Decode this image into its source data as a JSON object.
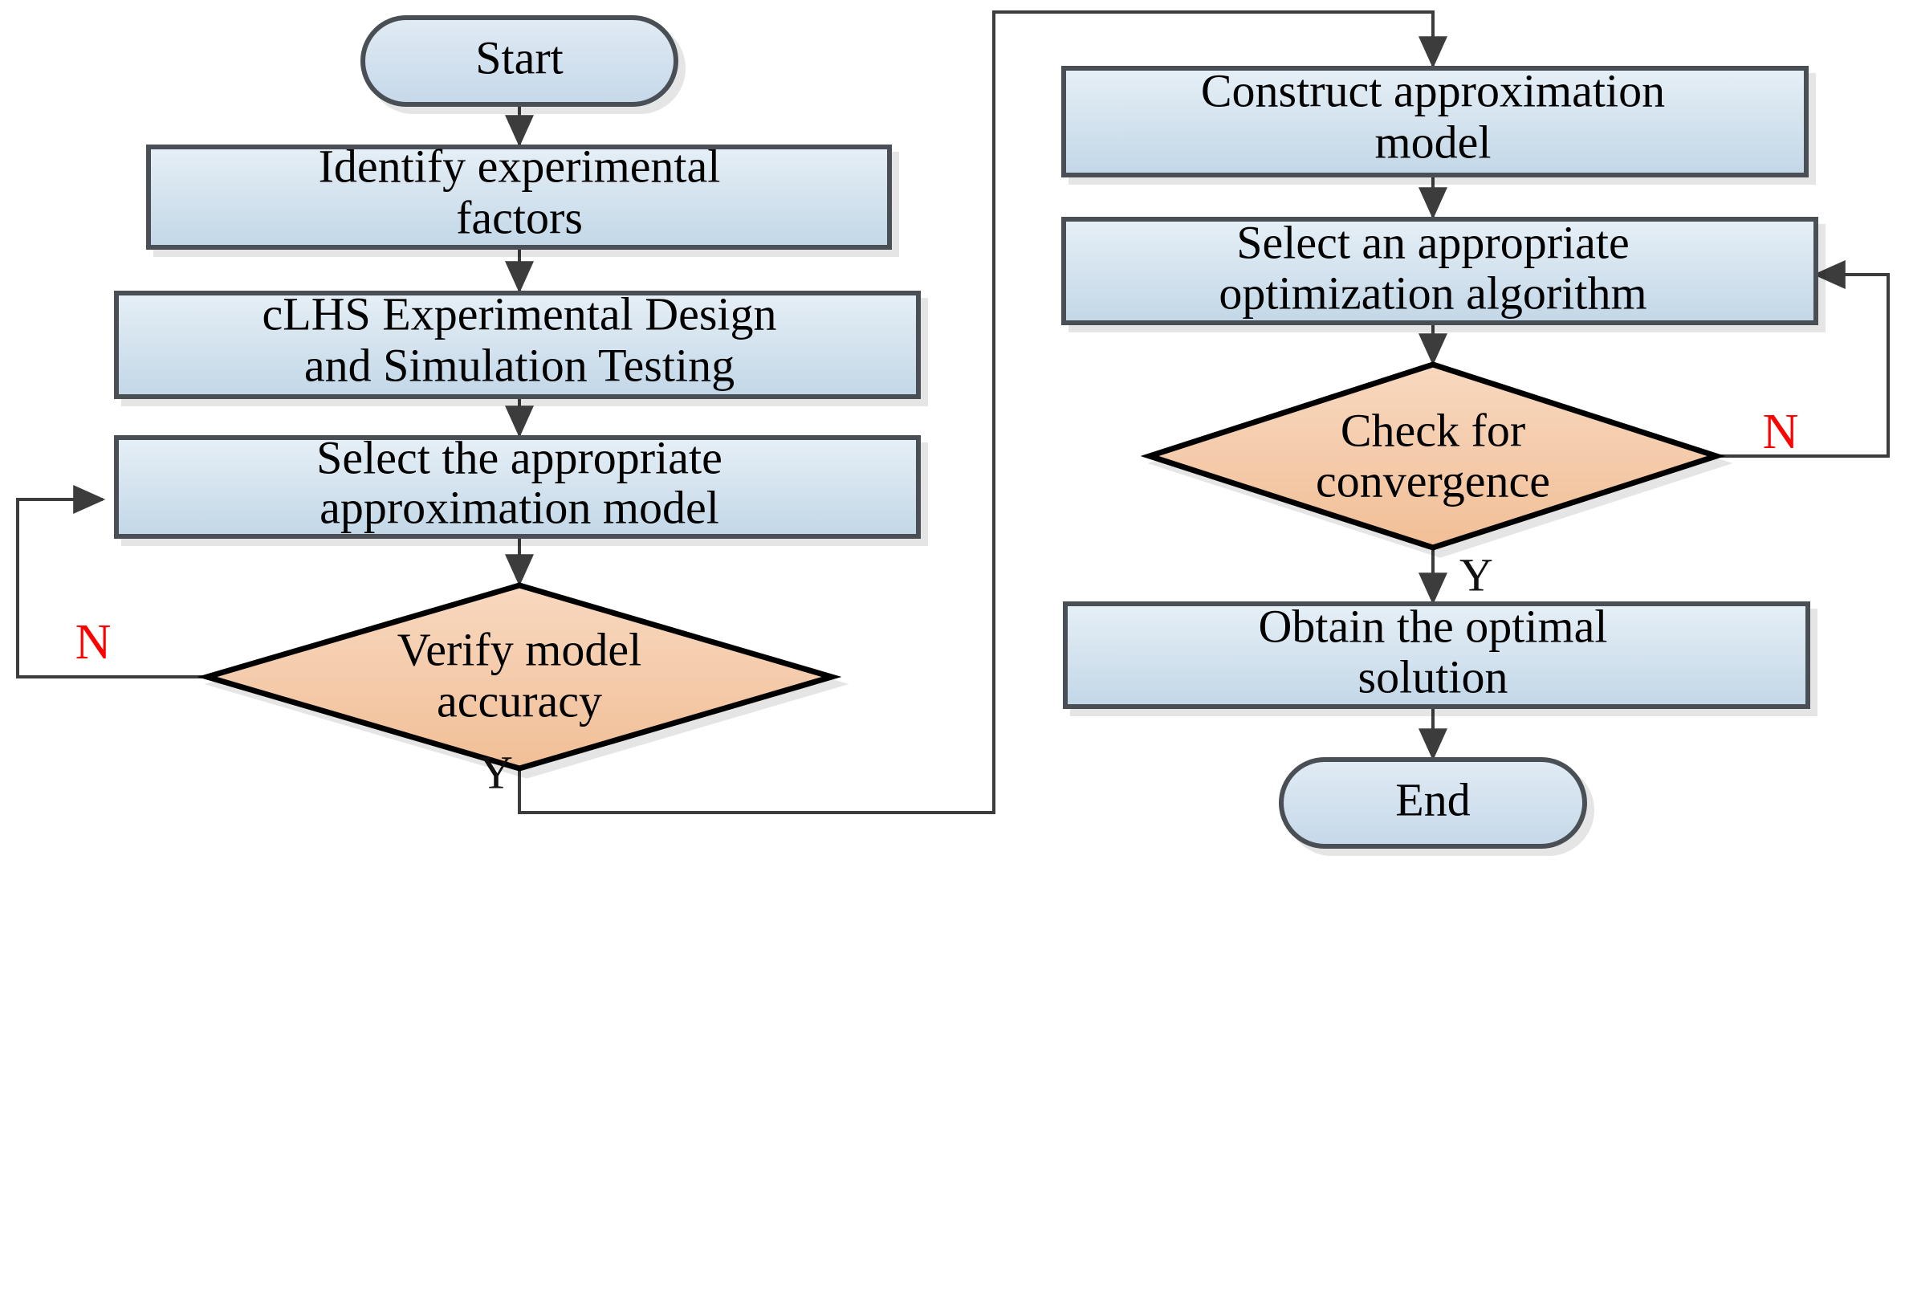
{
  "diagram": {
    "title": "Surrogate-model optimization flowchart",
    "type": "flowchart",
    "colors": {
      "process_fill_top": "#e3ecf4",
      "process_fill_bottom": "#c3d8e8",
      "decision_fill_top": "#f7d6bb",
      "decision_fill_bottom": "#f2c29c",
      "terminator_fill_top": "#e0eaf3",
      "terminator_fill_bottom": "#c6d9e9",
      "border": "#4a4f55",
      "decision_border": "#000000",
      "connector": "#3c3c3c",
      "no_label": "#ff0000",
      "yes_label": "#111111",
      "background": "#ffffff"
    },
    "nodes": [
      {
        "id": "start",
        "shape": "terminator",
        "lines": [
          "Start"
        ]
      },
      {
        "id": "identify",
        "shape": "process",
        "lines": [
          "Identify experimental",
          "factors"
        ]
      },
      {
        "id": "clhs",
        "shape": "process",
        "lines": [
          "cLHS Experimental Design",
          "and Simulation Testing"
        ]
      },
      {
        "id": "select_model",
        "shape": "process",
        "lines": [
          "Select the appropriate",
          "approximation model"
        ]
      },
      {
        "id": "verify",
        "shape": "decision",
        "lines": [
          "Verify model",
          "accuracy"
        ]
      },
      {
        "id": "construct",
        "shape": "process",
        "lines": [
          "Construct approximation",
          "model"
        ]
      },
      {
        "id": "select_algo",
        "shape": "process",
        "lines": [
          "Select an appropriate",
          "optimization algorithm"
        ]
      },
      {
        "id": "converge",
        "shape": "decision",
        "lines": [
          "Check for",
          "convergence"
        ]
      },
      {
        "id": "obtain",
        "shape": "process",
        "lines": [
          "Obtain the optimal",
          "solution"
        ]
      },
      {
        "id": "end",
        "shape": "terminator",
        "lines": [
          "End"
        ]
      }
    ],
    "edge_labels": {
      "verify_no": "N",
      "verify_yes": "Y",
      "converge_no": "N",
      "converge_yes": "Y"
    },
    "edges": [
      {
        "from": "start",
        "to": "identify",
        "label": ""
      },
      {
        "from": "identify",
        "to": "clhs",
        "label": ""
      },
      {
        "from": "clhs",
        "to": "select_model",
        "label": ""
      },
      {
        "from": "select_model",
        "to": "verify",
        "label": ""
      },
      {
        "from": "verify",
        "to": "clhs",
        "label": "N"
      },
      {
        "from": "verify",
        "to": "construct",
        "label": "Y"
      },
      {
        "from": "construct",
        "to": "select_algo",
        "label": ""
      },
      {
        "from": "select_algo",
        "to": "converge",
        "label": ""
      },
      {
        "from": "converge",
        "to": "select_algo",
        "label": "N"
      },
      {
        "from": "converge",
        "to": "obtain",
        "label": "Y"
      },
      {
        "from": "obtain",
        "to": "end",
        "label": ""
      }
    ]
  }
}
